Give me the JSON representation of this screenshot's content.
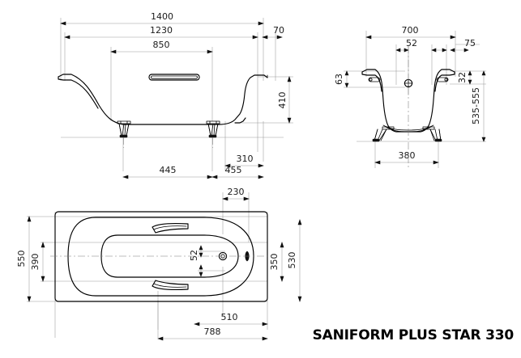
{
  "drawing": {
    "title": "SANIFORM PLUS STAR 330",
    "product": "bathtub-technical-drawing",
    "units": "mm",
    "views": [
      {
        "name": "front-elevation",
        "label": "front view"
      },
      {
        "name": "side-elevation",
        "label": "side view"
      },
      {
        "name": "plan",
        "label": "top view"
      }
    ]
  },
  "front_view": {
    "dimensions": {
      "overall_length": "1400",
      "inner_length": "1230",
      "grip_span": "850",
      "right_offset": "70",
      "depth": "410",
      "leg_spacing": "445",
      "leg_to_end": "455",
      "drain_offset": "310"
    }
  },
  "side_view": {
    "dimensions": {
      "overall_width": "700",
      "overflow_offset": "52",
      "right_edge": "75",
      "rim_height": "63",
      "rim_thickness": "32",
      "total_height": "535-555",
      "foot_spacing": "380"
    }
  },
  "plan_view": {
    "dimensions": {
      "outer_width": "550",
      "inner_width": "390",
      "bowl_width": "350",
      "overall_width": "530",
      "drain_inset": "230",
      "overflow_offset": "52",
      "drain_from_end": "510",
      "bowl_length": "788"
    }
  },
  "features": {
    "grip_slot": "grip-handle-slot",
    "drain": "drain-outlet",
    "overflow": "overflow-marker",
    "legs": "support-legs"
  },
  "colors": {
    "line": "#000000",
    "dimension": "#9a9a9a",
    "center": "#7a7a7a",
    "background": "#ffffff"
  }
}
